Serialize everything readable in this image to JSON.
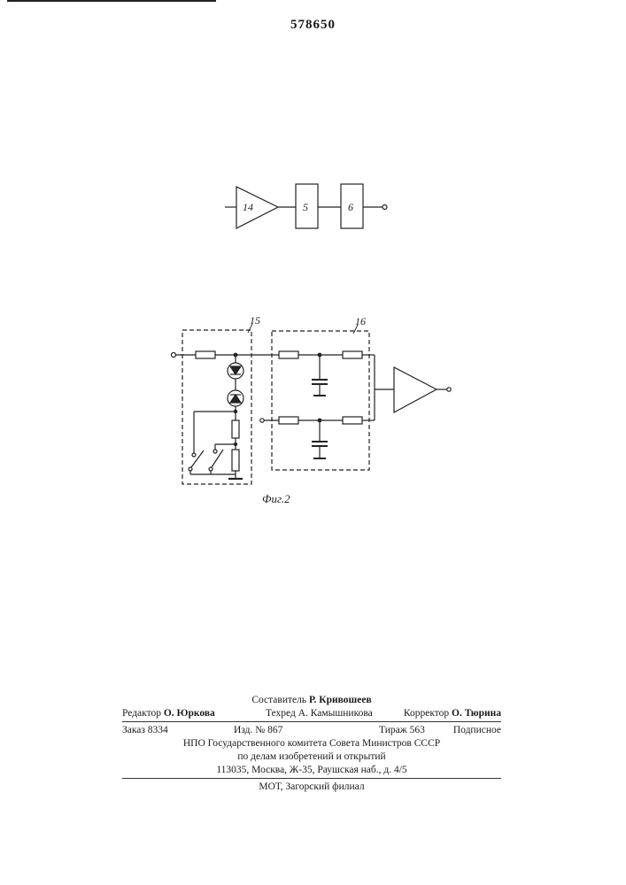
{
  "patent_number": "578650",
  "figure": {
    "block_labels": {
      "amplifier": "14",
      "block_a": "5",
      "block_b": "6"
    },
    "circuit_labels": {
      "unit_left": "15",
      "unit_right": "16"
    },
    "caption": "Фиг.2"
  },
  "colophon": {
    "compiler_label": "Составитель",
    "compiler_name": "Р. Кривошеев",
    "editor_label": "Редактор",
    "editor_name": "О. Юркова",
    "techred_label": "Техред",
    "techred_name": "А. Камышникова",
    "corrector_label": "Корректор",
    "corrector_name": "О. Тюрина",
    "order": "Заказ 8334",
    "izd": "Изд. № 867",
    "tirazh": "Тираж 563",
    "podpisnoe": "Подписное",
    "org_line1": "НПО Государственного комитета Совета Министров СССР",
    "org_line2": "по делам изобретений и открытий",
    "address": "113035, Москва, Ж-35, Раушская наб., д. 4/5",
    "printer": "МОТ, Загорский филиал"
  }
}
